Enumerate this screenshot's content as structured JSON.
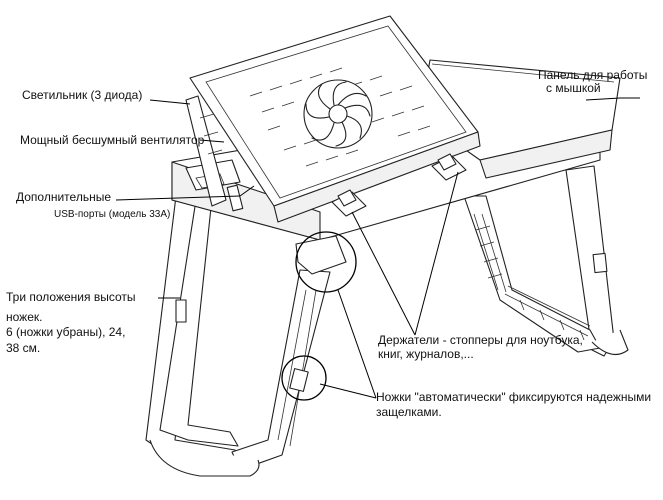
{
  "labels": {
    "lamp": "Светильник (3 диода)",
    "fan": "Мощный бесшумный вентилятор",
    "usb_line1": "Дополнительные",
    "usb_line2": "USB-порты (модель 33А)",
    "height_line1": "Три положения высоты",
    "height_line2": "ножек.",
    "height_line3": "6 (ножки убраны), 24,",
    "height_line4": "38 см.",
    "mouse_line1": "Панель для работы",
    "mouse_line2": "с мышкой",
    "holders_line1": "Держатели - стопперы для ноутбука,",
    "holders_line2": "книг, журналов,...",
    "legs_line1": "Ножки \"автоматически\" фиксируются надежными",
    "legs_line2": "защелками."
  }
}
